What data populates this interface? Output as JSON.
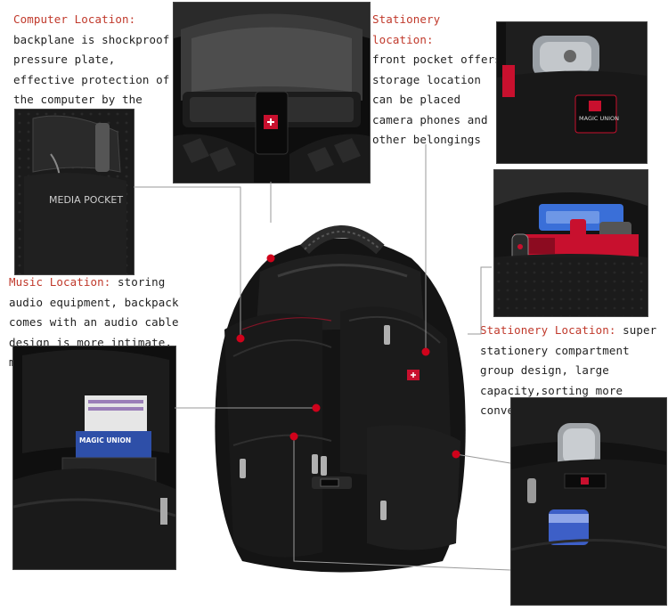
{
  "annotations": {
    "computer": {
      "heading": "Computer Location:",
      "body": "backplane is shockproof pressure plate, effective protection of the computer by the impact"
    },
    "stationery_top": {
      "heading": "Stationery location:",
      "body": "front pocket offers storage location can be placed camera phones and other belongings"
    },
    "music": {
      "heading": "Music Location:",
      "body": " storing audio equipment, backpack comes with an audio cable design is more intimate, more convenient user"
    },
    "stationery_mid": {
      "heading": "Stationery Location:",
      "body": " super stationery compartment group design, large capacity,sorting more convenient and practical"
    }
  },
  "photo_labels": {
    "media_pocket": "MEDIA POCKET",
    "magic_union_tag": "MAGIC UNION",
    "magic_union_book": "MAGIC UNION"
  },
  "colors": {
    "highlight_text": "#c0392b",
    "body_text": "#222222",
    "connector_line": "#9a9a9a",
    "marker_dot": "#d0021b",
    "bag_black": "#141414",
    "bag_accent_red": "#c8102e"
  }
}
